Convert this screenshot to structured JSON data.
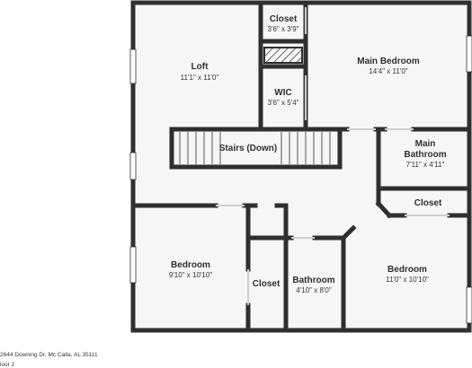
{
  "rooms": {
    "closet_top": {
      "name": "Closet",
      "dims": "3'6\" x 3'9\""
    },
    "loft": {
      "name": "Loft",
      "dims": "11'1\" x 11'0\""
    },
    "main_bedroom": {
      "name": "Main Bedroom",
      "dims": "14'4\" x 11'0\""
    },
    "wic": {
      "name": "WIC",
      "dims": "3'6\" x 5'4\""
    },
    "stairs": {
      "name": "Stairs (Down)"
    },
    "main_bathroom": {
      "name_line1": "Main",
      "name_line2": "Bathroom",
      "dims": "7'11\" x 4'11\""
    },
    "closet_right": {
      "name": "Closet"
    },
    "bedroom_left": {
      "name": "Bedroom",
      "dims": "9'10\" x 10'10\""
    },
    "closet_mid": {
      "name": "Closet"
    },
    "bathroom": {
      "name": "Bathroom",
      "dims": "4'10\" x 8'0\""
    },
    "bedroom_right": {
      "name": "Bedroom",
      "dims": "11'0\" x 10'10\""
    }
  },
  "footer": {
    "address": "2644 Downing Dr, Mc Calla, AL 35111",
    "floor": "loor 2"
  },
  "colors": {
    "wall": "#2f2f2f",
    "floor_fill": "#f6f6f6",
    "window": "#cfcfcf"
  }
}
